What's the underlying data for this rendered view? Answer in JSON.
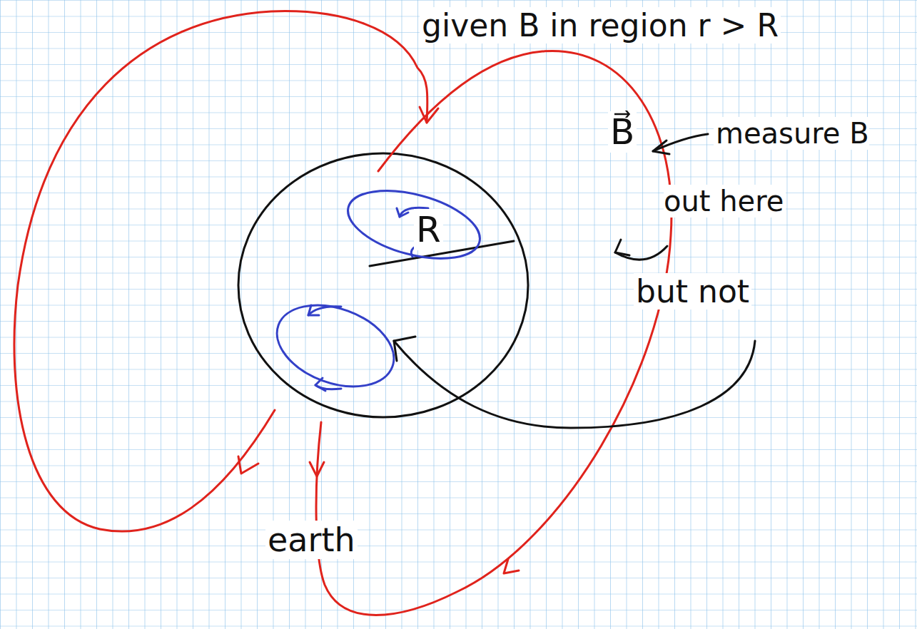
{
  "diagram": {
    "labels": [
      "given B in region r > R",
      "B⃗",
      "measure B out here",
      "but not",
      "earth",
      "R"
    ]
  }
}
